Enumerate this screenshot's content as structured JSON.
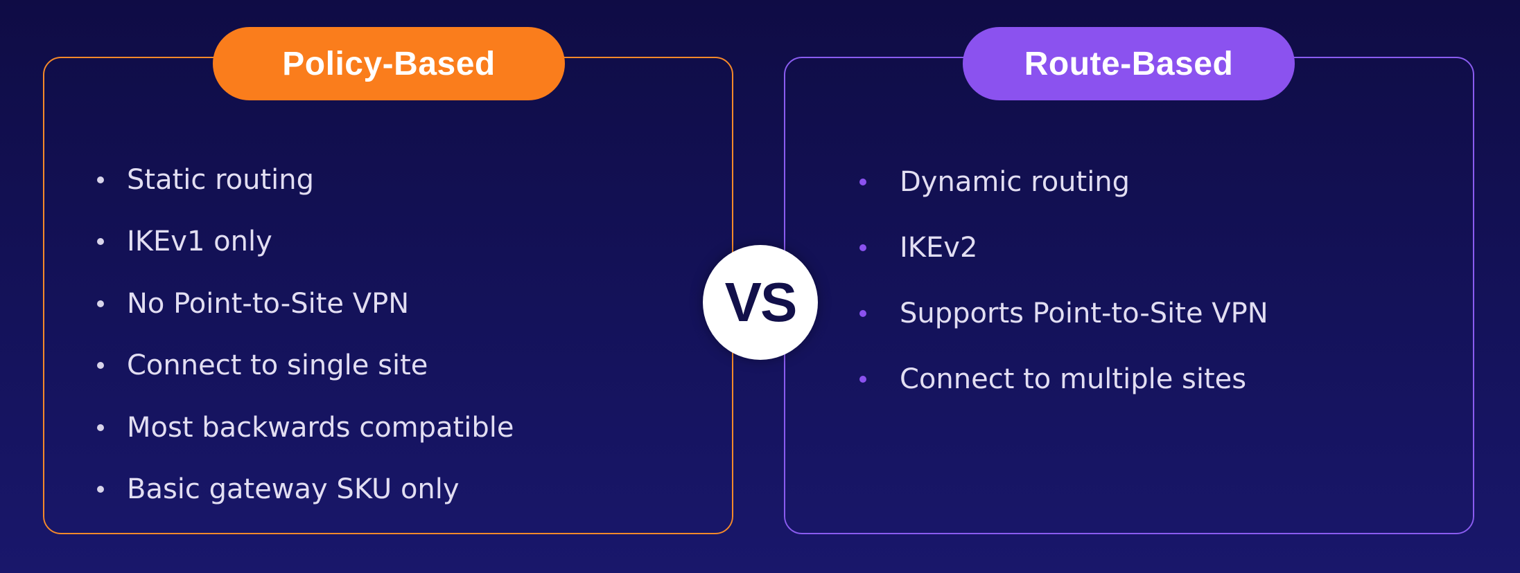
{
  "policy": {
    "title": "Policy-Based",
    "items": [
      "Static routing",
      "IKEv1 only",
      "No Point-to-Site VPN",
      "Connect to single site",
      "Most backwards compatible",
      "Basic gateway SKU only"
    ]
  },
  "route": {
    "title": "Route-Based",
    "items": [
      "Dynamic routing",
      "IKEv2",
      "Supports Point-to-Site VPN",
      "Connect to multiple sites"
    ]
  },
  "vs_label": "VS",
  "colors": {
    "policy_accent": "#fa7d1c",
    "route_accent": "#8b52ef",
    "background": "#12104f"
  }
}
